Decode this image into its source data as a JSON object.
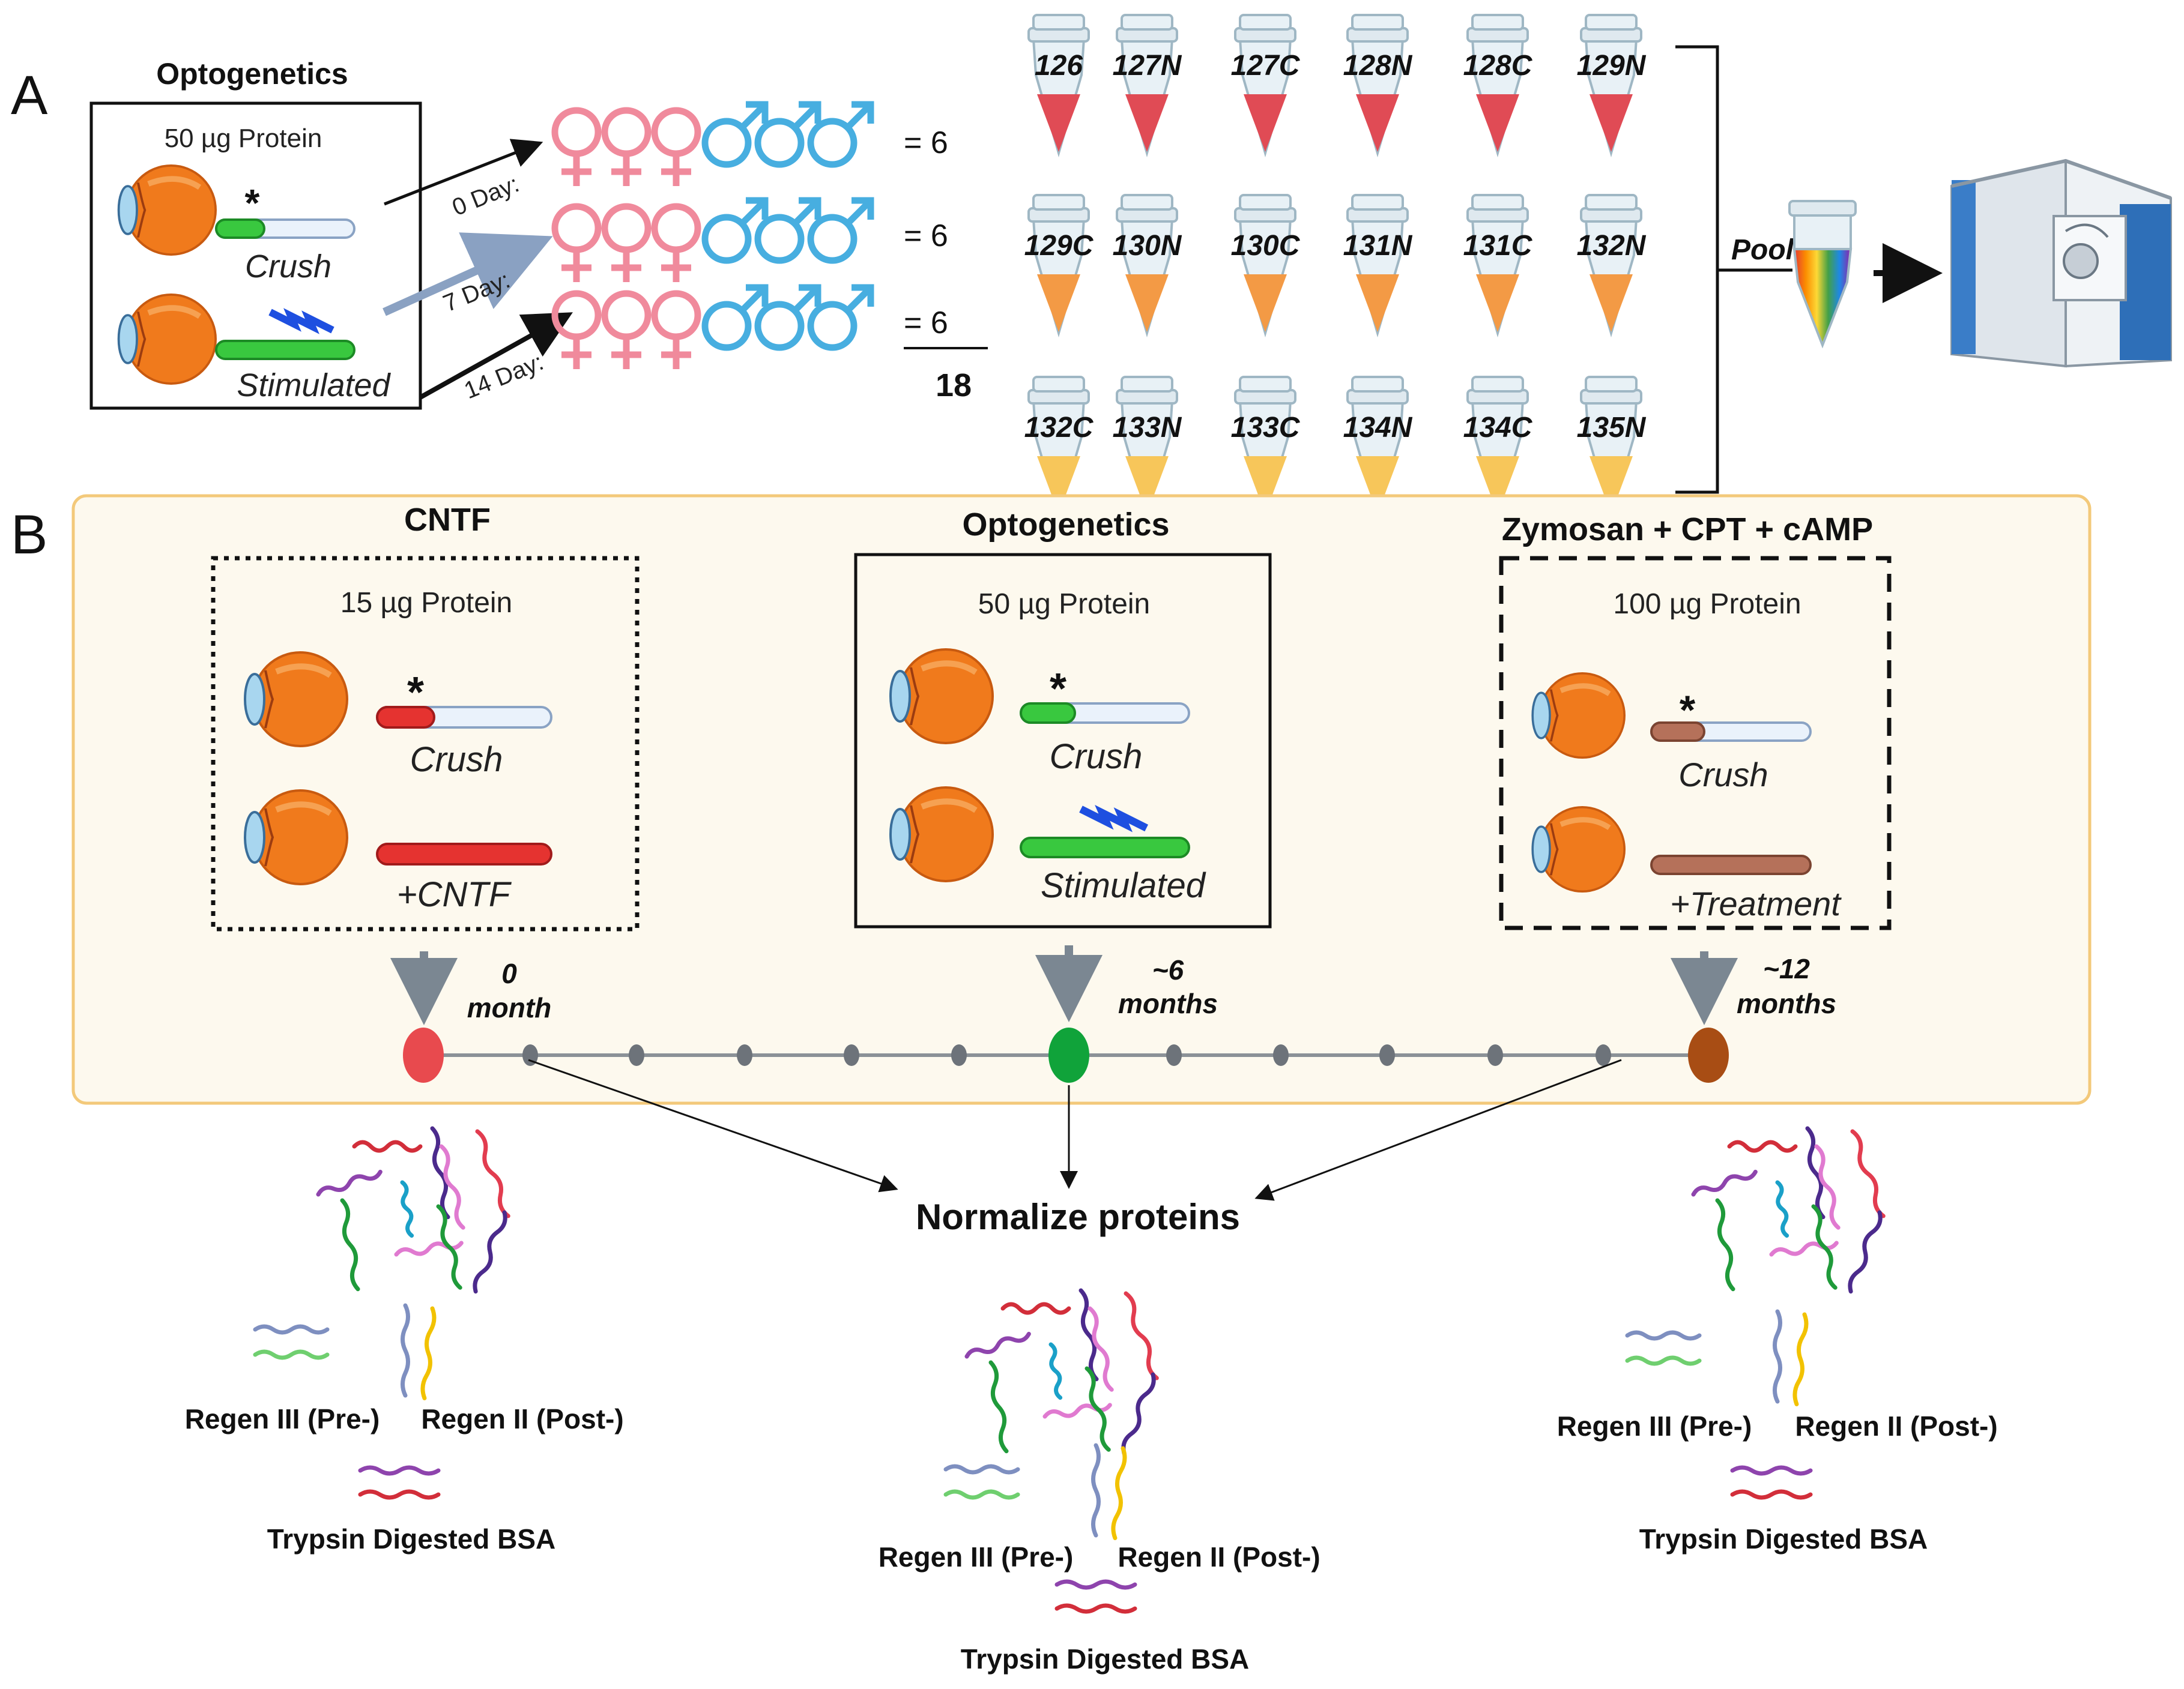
{
  "panel_a": {
    "letter": "A",
    "title": "Optogenetics",
    "protein": "50 µg Protein",
    "crush_label": "Crush",
    "stim_label": "Stimulated",
    "days": [
      "0 Day:",
      "7 Day:",
      "14 Day:"
    ],
    "group_counts": [
      "= 6",
      "= 6",
      "= 6"
    ],
    "total": "18",
    "tmt_rows": [
      [
        "126",
        "127N",
        "127C",
        "128N",
        "128C",
        "129N"
      ],
      [
        "129C",
        "130N",
        "130C",
        "131N",
        "131C",
        "132N"
      ],
      [
        "132C",
        "133N",
        "133C",
        "134N",
        "134C",
        "135N"
      ]
    ],
    "pool_label": "Pool",
    "colors": {
      "female": "#f08a9c",
      "male": "#47aee0",
      "row1": "#e04b55",
      "row2": "#f39a45",
      "row3": "#f7c65a"
    }
  },
  "panel_b": {
    "letter": "B",
    "groups": [
      {
        "title": "CNTF",
        "protein": "15 µg Protein",
        "crush": "Crush",
        "treat": "+CNTF",
        "time1": "0",
        "time2": "month",
        "color": "#e64a4a"
      },
      {
        "title": "Optogenetics",
        "protein": "50 µg Protein",
        "crush": "Crush",
        "treat": "Stimulated",
        "time1": "~6",
        "time2": "months",
        "color": "#1aa63a"
      },
      {
        "title": "Zymosan + CPT + cAMP",
        "protein": "100 µg Protein",
        "crush": "Crush",
        "treat": "+Treatment",
        "time1": "~12",
        "time2": "months",
        "color": "#a84d1b"
      }
    ],
    "background": "#fdf9ee",
    "border": "#f3c97a"
  },
  "normalize_label": "Normalize proteins",
  "mix_labels": {
    "regen3": "Regen III (Pre-)",
    "regen2": "Regen II (Post-)",
    "bsa": "Trypsin Digested BSA"
  }
}
